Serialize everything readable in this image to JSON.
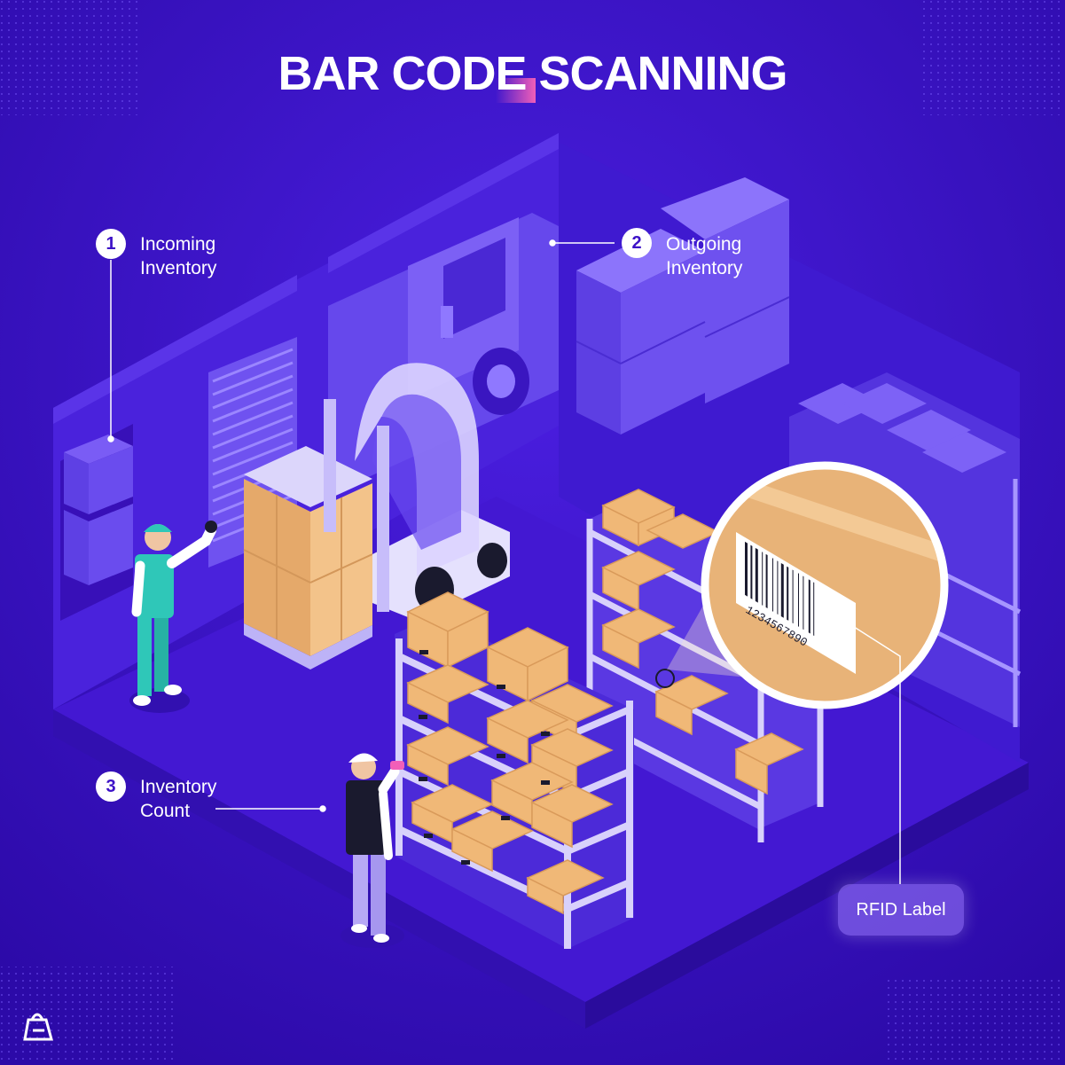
{
  "title": {
    "part1": "BAR ",
    "highlight": "CODE",
    "part2": " SCANNING"
  },
  "callouts": [
    {
      "number": "1",
      "line1": "Incoming",
      "line2": "Inventory"
    },
    {
      "number": "2",
      "line1": "Outgoing",
      "line2": "Inventory"
    },
    {
      "number": "3",
      "line1": "Inventory",
      "line2": "Count"
    }
  ],
  "rfid_label": "RFID Label",
  "barcode_digits": "1234567890",
  "icons": [
    "shopping-bag-logo-icon"
  ],
  "colors": {
    "background": "#3d12c7",
    "background_dark": "#2a0aa8",
    "floor": "#4a1fd6",
    "box": "#f0b877",
    "shelf": "#c9c2f5",
    "accent_pink": "#f25fb8",
    "worker_teal": "#2fc7b8"
  }
}
